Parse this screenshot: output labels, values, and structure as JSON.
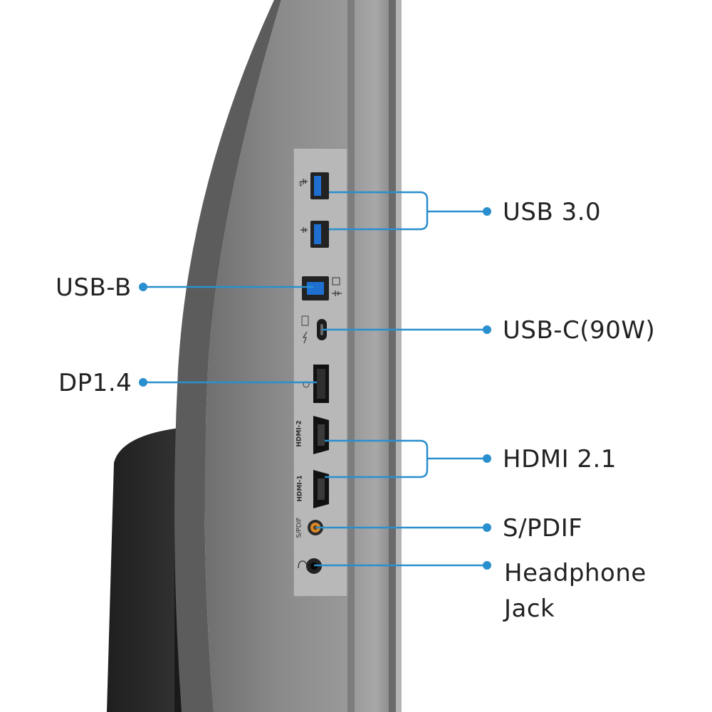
{
  "colors": {
    "callout": "#2a8fce",
    "text": "#222222",
    "monitor_gray": "#8f8f8f",
    "panel": "#b7b7b7",
    "stand": "#2b2b2b",
    "usb_blue": "#1e6fd0",
    "spdif_orange": "#d98a2b"
  },
  "callouts": [
    {
      "id": "usb30",
      "text": "USB 3.0"
    },
    {
      "id": "usbb",
      "text": "USB-B"
    },
    {
      "id": "usbc",
      "text": "USB-C(90W)"
    },
    {
      "id": "dp",
      "text": "DP1.4"
    },
    {
      "id": "hdmi",
      "text": "HDMI 2.1"
    },
    {
      "id": "spdif",
      "text": "S/PDIF"
    },
    {
      "id": "headphone",
      "text": "Headphone Jack"
    }
  ],
  "port_markings": {
    "hdmi2": "HDMI-2",
    "hdmi1": "HDMI-1",
    "spdif": "S/PDIF"
  }
}
